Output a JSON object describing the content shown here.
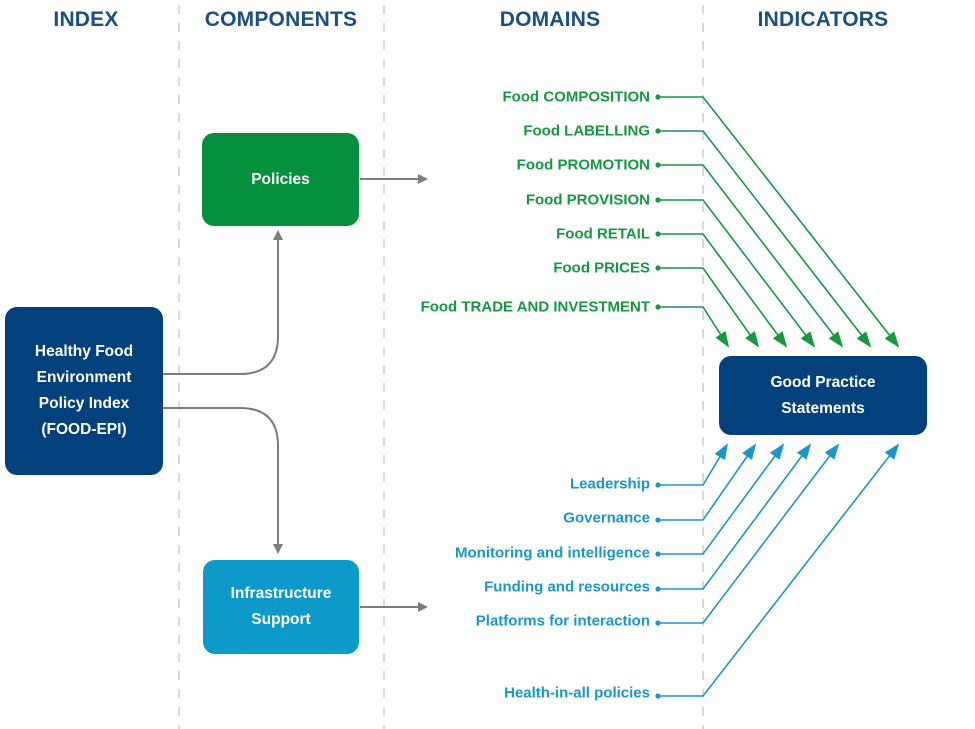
{
  "headers": {
    "index": "INDEX",
    "components": "COMPONENTS",
    "domains": "DOMAINS",
    "indicators": "INDICATORS"
  },
  "index_box": {
    "lines": [
      "Healthy Food",
      "Environment",
      "Policy Index",
      "(FOOD-EPI)"
    ]
  },
  "components": {
    "policies": {
      "lines": [
        "Policies"
      ]
    },
    "infrastructure": {
      "lines": [
        "Infrastructure",
        "Support"
      ]
    }
  },
  "indicators_box": {
    "lines": [
      "Good Practice",
      "Statements"
    ]
  },
  "domains": {
    "policy_domains": [
      "Food COMPOSITION",
      "Food LABELLING",
      "Food PROMOTION",
      "Food PROVISION",
      "Food RETAIL",
      "Food PRICES",
      "Food TRADE AND INVESTMENT"
    ],
    "infrastructure_domains": [
      "Leadership",
      "Governance",
      "Monitoring and intelligence",
      "Funding and resources",
      "Platforms for interaction",
      "Health-in-all policies"
    ]
  },
  "colors": {
    "header": "#1C4E86",
    "index_box": "#03417C",
    "policies_box": "#04903D",
    "infrastructure_box": "#0D9ACB",
    "indicators_box": "#03417C",
    "policy_lines": "#14993F",
    "infrastructure_lines": "#1A96CC",
    "connector": "#7A7D82",
    "divider": "#DADADA"
  }
}
